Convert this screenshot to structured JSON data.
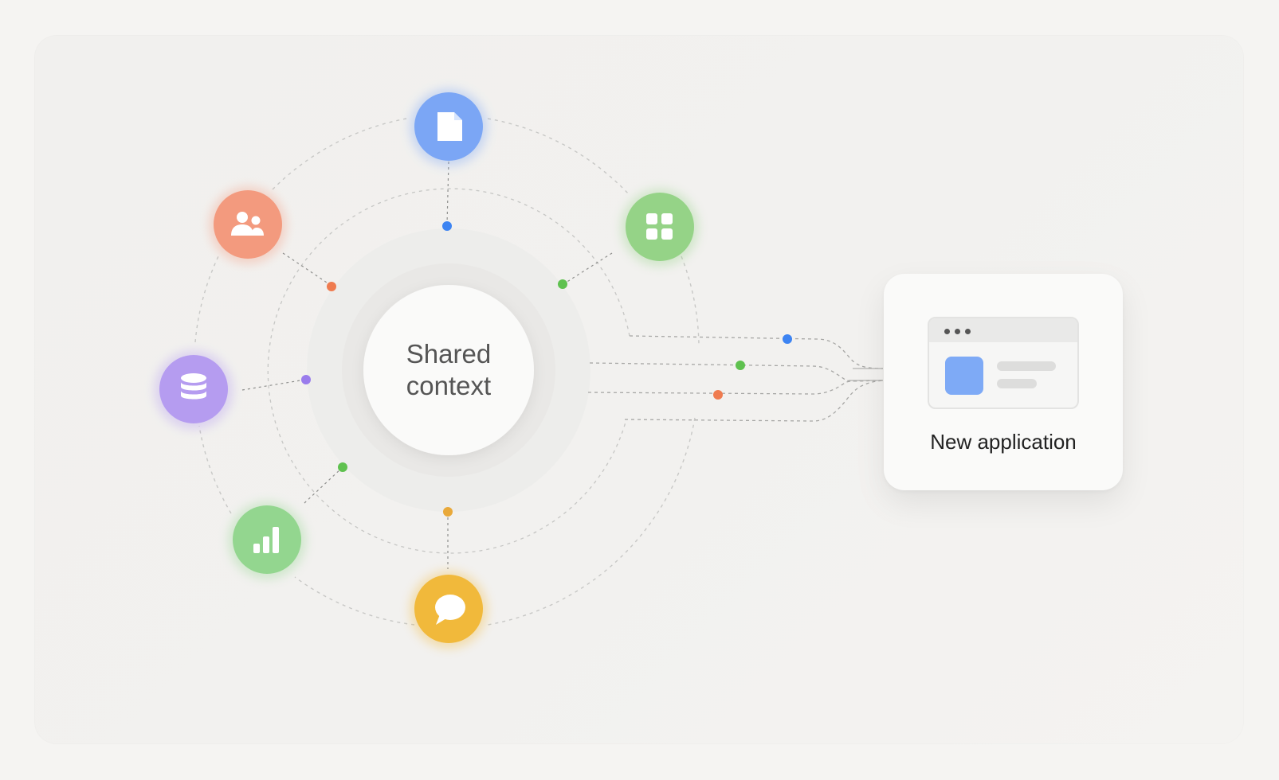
{
  "diagram": {
    "center": {
      "label_line1": "Shared",
      "label_line2": "context"
    },
    "nodes": [
      {
        "name": "documents",
        "icon": "document-icon",
        "color": "#7ba6f5"
      },
      {
        "name": "apps",
        "icon": "apps-grid-icon",
        "color": "#95d387"
      },
      {
        "name": "people",
        "icon": "people-icon",
        "color": "#f39a7e"
      },
      {
        "name": "database",
        "icon": "database-icon",
        "color": "#b59cf0"
      },
      {
        "name": "analytics",
        "icon": "bar-chart-icon",
        "color": "#93d68f"
      },
      {
        "name": "messages",
        "icon": "chat-bubble-icon",
        "color": "#f1b93b"
      }
    ],
    "connector_dots": {
      "blue": "#3d84f2",
      "orange": "#ef7b4f",
      "green": "#5fc14f",
      "purple": "#9a7cec",
      "amber": "#e9a93a"
    },
    "target": {
      "label": "New application",
      "tile_color": "#7eaaf6"
    }
  }
}
